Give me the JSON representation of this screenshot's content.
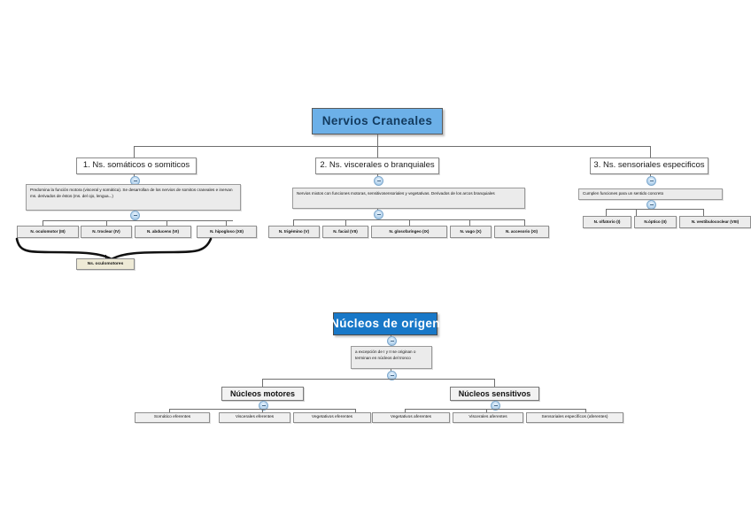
{
  "diagram": {
    "title_top": "Nervios Craneales",
    "title_bottom": "Núcleos de origen",
    "colors": {
      "root_top_fill": "#6cb0e8",
      "root_bottom_fill": "#1878c8",
      "note_fill": "#ebebeb",
      "leaf_fill": "#ececec",
      "brace_label_fill": "#eeead6",
      "connector": "#6f6f6f",
      "toggle": "#bcd8f0"
    }
  },
  "top_map": {
    "root": "Nervios Craneales",
    "branches": [
      {
        "label": "1. Ns. somáticos o somiticos",
        "note": "Predomina la función motora (visceral y somática). Se desarrollan de los nervios de somitos craneales e inervan ms. derivados de éstos (ms. del ojo, lengua...)",
        "leaves": [
          "N. oculomotor (III)",
          "N. troclear (IV)",
          "N. abducens (VI)",
          "N. hipogloso (XII)"
        ],
        "brace_label": "Ns. oculomotores"
      },
      {
        "label": "2. Ns. viscerales o branquiales",
        "note": "Nervios mixtos con funciones motoras, sensitivosensoriales y vegetativas. Derivados de los arcos branquiales",
        "leaves": [
          "N. trigémino (V)",
          "N. facial (VII)",
          "N. glosofaríngeo (IX)",
          "N. vago (X)",
          "N. accesorio (XI)"
        ]
      },
      {
        "label": "3. Ns. sensoriales especificos",
        "note": "Cumplen funciones para un sentido concreto",
        "leaves": [
          "N. olfatorio (I)",
          "N.óptico (II)",
          "N. vestibulococlear (VIII)"
        ]
      }
    ]
  },
  "bottom_map": {
    "root": "Núcleos de origen",
    "note": "a excepción de I y II se originan o terminan en núcleos del tronco",
    "branches": [
      {
        "label": "Núcleos motores",
        "leaves": [
          "Somático eferentes",
          "Viscerales eferentes",
          "Vegetativos eferentes"
        ]
      },
      {
        "label": "Núcleos sensitivos",
        "leaves": [
          "Vegetativos aferentes",
          "Viscerales aferentes",
          "Sensoriales específicos (aferentes)"
        ]
      }
    ]
  },
  "icons": {
    "collapse": "collapse-toggle-icon"
  }
}
